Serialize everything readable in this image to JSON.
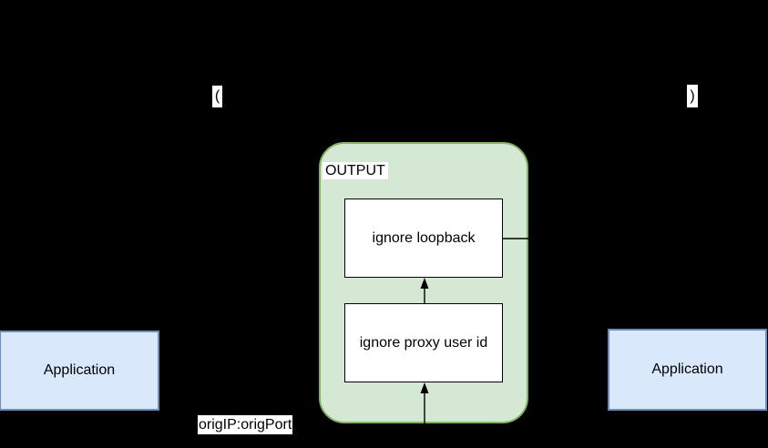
{
  "background_color": "#000000",
  "diagram": {
    "output_chain": {
      "title": "OUTPUT",
      "fill": "#d5e8d4",
      "stroke": "#82b366",
      "nodes": [
        {
          "label": "ignore loopback"
        },
        {
          "label": "ignore proxy user id"
        }
      ]
    },
    "applications": {
      "left_label": "Application",
      "right_label": "Application",
      "fill": "#dae8fc",
      "stroke": "#6c8ebf"
    },
    "edge_labels": {
      "paren_open": "(",
      "paren_close": ")",
      "orig_addr": "origIP:origPort"
    },
    "label_background": "#ffffff",
    "line_color": "#000000",
    "text_color": "#000000"
  }
}
